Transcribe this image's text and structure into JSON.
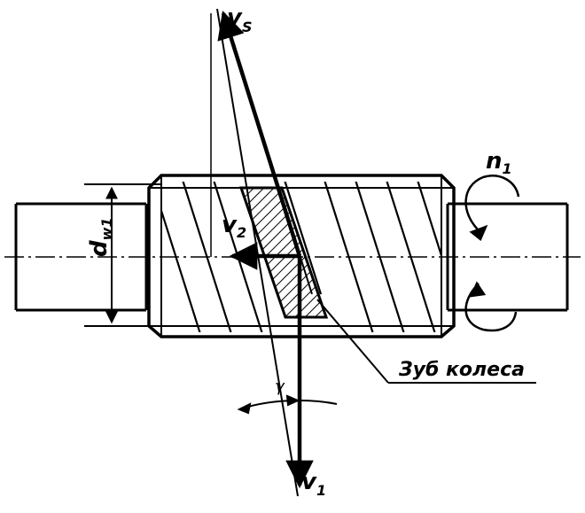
{
  "labels": {
    "vs_main": "v",
    "vs_sub": "S",
    "v2_main": "v",
    "v2_sub": "2",
    "v1_main": "v",
    "v1_sub": "1",
    "n1_main": "n",
    "n1_sub": "1",
    "dw_main": "d",
    "dw_sub": "w1",
    "gamma": "γ",
    "caption": "Зуб колеса"
  },
  "colors": {
    "ink": "#000000",
    "paper": "#ffffff"
  }
}
